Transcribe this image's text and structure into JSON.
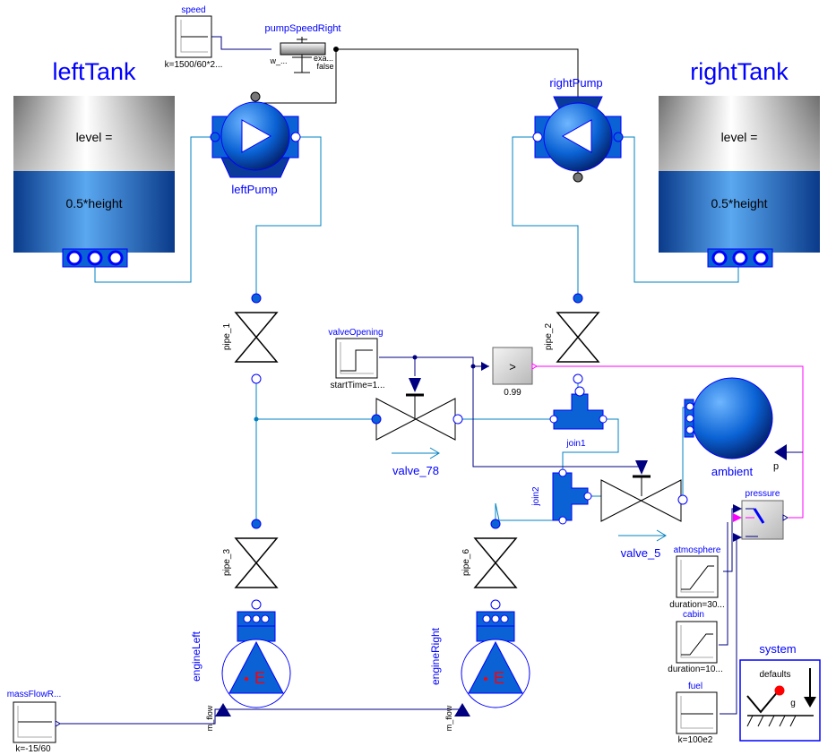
{
  "tanks": {
    "left": {
      "title": "leftTank",
      "line1": "level =",
      "line2": "0.5*height"
    },
    "right": {
      "title": "rightTank",
      "line1": "level =",
      "line2": "0.5*height"
    }
  },
  "pumps": {
    "left": "leftPump",
    "right": "rightPump"
  },
  "speed": {
    "name": "speed",
    "param": "k=1500/60*2..."
  },
  "pumpSpeed": {
    "name": "pumpSpeedRight",
    "p1": "w_...",
    "p2": "exa...",
    "p3": "false"
  },
  "pipes": {
    "p1": "pipe_1",
    "p2": "pipe_2",
    "p3": "pipe_3",
    "p6": "pipe_6"
  },
  "valveOpening": {
    "name": "valveOpening",
    "param": "startTime=1..."
  },
  "greater": {
    "symbol": ">",
    "threshold": "0.99"
  },
  "valves": {
    "v78": "valve_78",
    "v5": "valve_5"
  },
  "joins": {
    "j1": "join1",
    "j2": "join2"
  },
  "ambient": {
    "name": "ambient",
    "port": "p"
  },
  "pressure": {
    "name": "pressure"
  },
  "atmosphere": {
    "name": "atmosphere",
    "param": "duration=30..."
  },
  "cabin": {
    "name": "cabin",
    "param": "duration=10..."
  },
  "fuel": {
    "name": "fuel",
    "param": "k=100e2"
  },
  "system": {
    "name": "system",
    "defaults": "defaults",
    "g": "g"
  },
  "engines": {
    "left": "engineLeft",
    "right": "engineRight",
    "letter": "E",
    "port": "m_flow"
  },
  "massFlow": {
    "name": "massFlowR...",
    "param": "k=-15/60"
  },
  "colors": {
    "blue": "#0000ff",
    "line": "#0080c0",
    "signal": "#000080",
    "bool": "#ff00ff",
    "fluid": "#0a62d4"
  }
}
